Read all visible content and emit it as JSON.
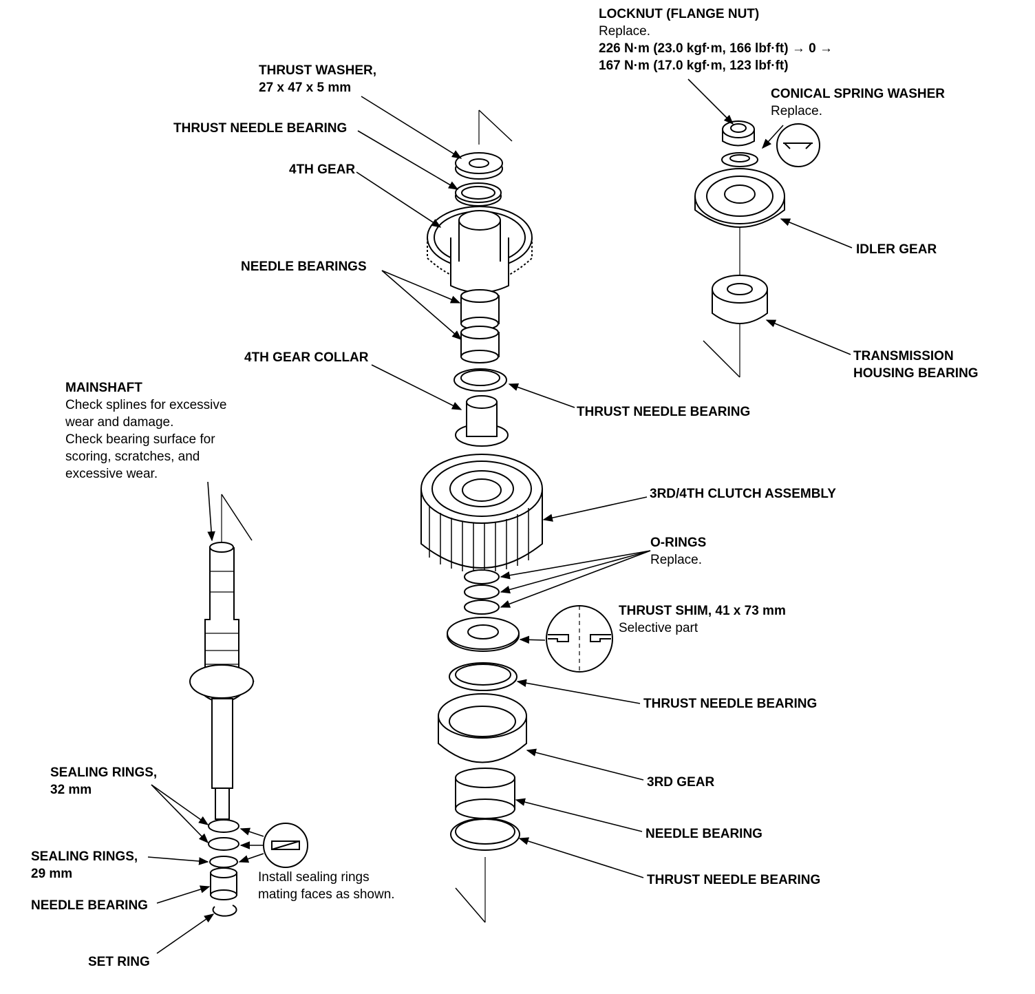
{
  "labels": {
    "locknut": {
      "name": "LOCKNUT (FLANGE NUT)",
      "note": "Replace.",
      "torque1": "226 N·m (23.0 kgf·m, 166 lbf·ft) → 0 →",
      "torque2": "167 N·m (17.0 kgf·m, 123 lbf·ft)"
    },
    "thrust_washer": {
      "name": "THRUST WASHER,",
      "size": "27 x 47 x 5 mm"
    },
    "conical_spring_washer": {
      "name": "CONICAL SPRING WASHER",
      "note": "Replace."
    },
    "thrust_needle_bearing_top": "THRUST NEEDLE BEARING",
    "fourth_gear": "4TH GEAR",
    "idler_gear": "IDLER GEAR",
    "needle_bearings": "NEEDLE BEARINGS",
    "transmission_housing_bearing": {
      "line1": "TRANSMISSION",
      "line2": "HOUSING BEARING"
    },
    "fourth_gear_collar": "4TH GEAR COLLAR",
    "mainshaft": {
      "name": "MAINSHAFT",
      "notes": [
        "Check splines for excessive",
        "wear and damage.",
        "Check bearing surface for",
        "scoring, scratches, and",
        "excessive wear."
      ]
    },
    "thrust_needle_bearing_collar": "THRUST NEEDLE BEARING",
    "clutch_assembly": "3RD/4TH CLUTCH ASSEMBLY",
    "o_rings": {
      "name": "O-RINGS",
      "note": "Replace."
    },
    "thrust_shim": {
      "name": "THRUST SHIM, 41 x 73 mm",
      "note": "Selective part"
    },
    "thrust_needle_bearing_shim": "THRUST NEEDLE BEARING",
    "sealing_rings_32": {
      "name": "SEALING RINGS,",
      "size": "32 mm"
    },
    "third_gear": "3RD GEAR",
    "sealing_rings_29": {
      "name": "SEALING RINGS,",
      "size": "29 mm"
    },
    "needle_bearing_third": "NEEDLE BEARING",
    "install_note": {
      "line1": "Install sealing rings",
      "line2": "mating faces as shown."
    },
    "needle_bearing_shaft": "NEEDLE BEARING",
    "thrust_needle_bearing_bottom": "THRUST NEEDLE BEARING",
    "set_ring": "SET RING"
  }
}
